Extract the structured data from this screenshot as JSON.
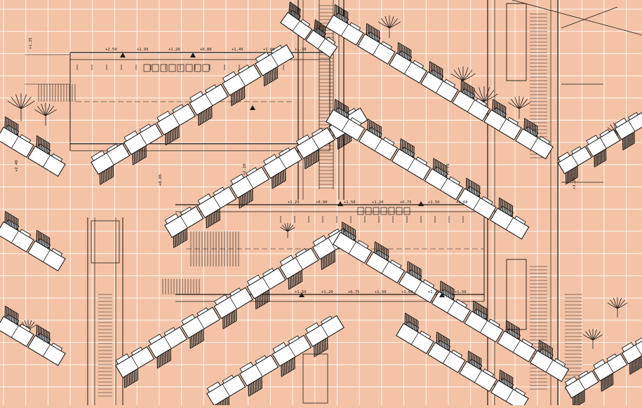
{
  "colors": {
    "background": "#f4c3a7",
    "grid": "#ffffff",
    "ink": "#1a1a1a",
    "fill": "#ffffff"
  },
  "annotations": {
    "top_plan_levels": [
      "+2.50",
      "+1.95",
      "+1.20",
      "+0.80",
      "+1.40",
      "+1.00",
      "+1.30"
    ],
    "middle_plan_levels": [
      "+1.25",
      "+0.90",
      "+1.50",
      "+1.20",
      "+0.75",
      "+1.50",
      "+1.60"
    ],
    "lower_plan_levels": [
      "+1.50",
      "+1.20",
      "+0.75",
      "+1.50",
      "+1.00",
      "+1.20",
      "+1.50"
    ],
    "elevations": [
      "+1.35",
      "+2.10",
      "+0.85",
      "+1.70",
      "+3.20",
      "+2.40"
    ]
  }
}
